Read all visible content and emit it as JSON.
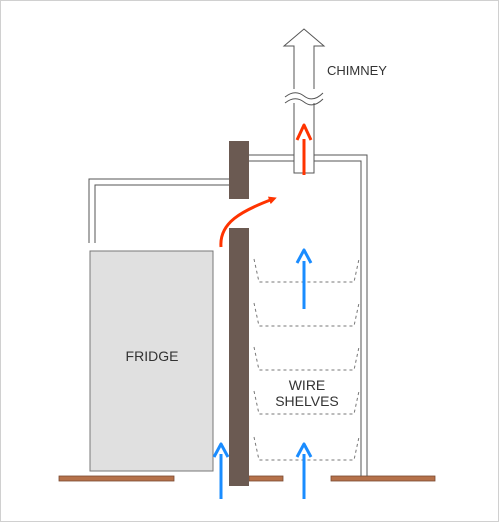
{
  "labels": {
    "chimney": "CHIMNEY",
    "fridge": "FRIDGE",
    "wire_shelves_line1": "WIRE",
    "wire_shelves_line2": "SHELVES"
  },
  "colors": {
    "warm_air": "#ff3300",
    "cool_air": "#1a8cff",
    "wall": "#6b5a52",
    "floor": "#b5714a",
    "fridge_fill": "#e0e0e0",
    "outline": "#555555",
    "shelf": "#777777"
  }
}
